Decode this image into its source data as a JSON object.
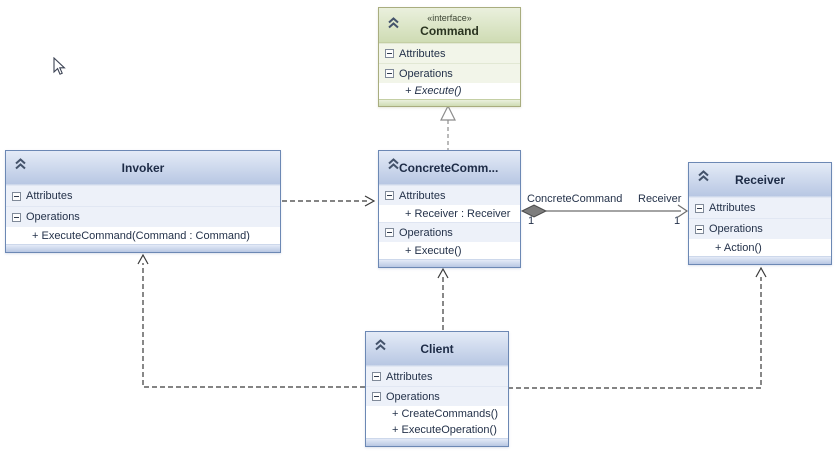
{
  "classes": {
    "command": {
      "stereotype": "«interface»",
      "title": "Command",
      "attributes_label": "Attributes",
      "operations_label": "Operations",
      "operation_1": "+ Execute()"
    },
    "invoker": {
      "title": "Invoker",
      "attributes_label": "Attributes",
      "operations_label": "Operations",
      "operation_1": "+ ExecuteCommand(Command : Command)"
    },
    "concrete_command": {
      "title": "ConcreteComm...",
      "attributes_label": "Attributes",
      "attribute_1": "+ Receiver : Receiver",
      "operations_label": "Operations",
      "operation_1": "+ Execute()"
    },
    "receiver": {
      "title": "Receiver",
      "attributes_label": "Attributes",
      "operations_label": "Operations",
      "operation_1": "+ Action()"
    },
    "client": {
      "title": "Client",
      "attributes_label": "Attributes",
      "operations_label": "Operations",
      "operation_1": "+ CreateCommands()",
      "operation_2": "+ ExecuteOperation()"
    }
  },
  "association": {
    "role_source": "ConcreteCommand",
    "role_target": "Receiver",
    "multiplicity_source": "1",
    "multiplicity_target": "1"
  },
  "colors": {
    "blue_border": "#6c88b4",
    "blue_header_top": "#e4ebf7",
    "blue_header_bottom": "#b8c7e3",
    "blue_row_tint": "#edf1f9",
    "green_border": "#a9ad7f",
    "green_header_top": "#eaf0dd",
    "green_header_bottom": "#cfdcb4",
    "green_row_tint": "#f2f5e9",
    "dependency_line": "#3a3a3a",
    "realization_line": "#8c8c8c",
    "association_line": "#6e6e6e",
    "diamond_fill": "#7d7d7d",
    "text": "#24324a"
  }
}
